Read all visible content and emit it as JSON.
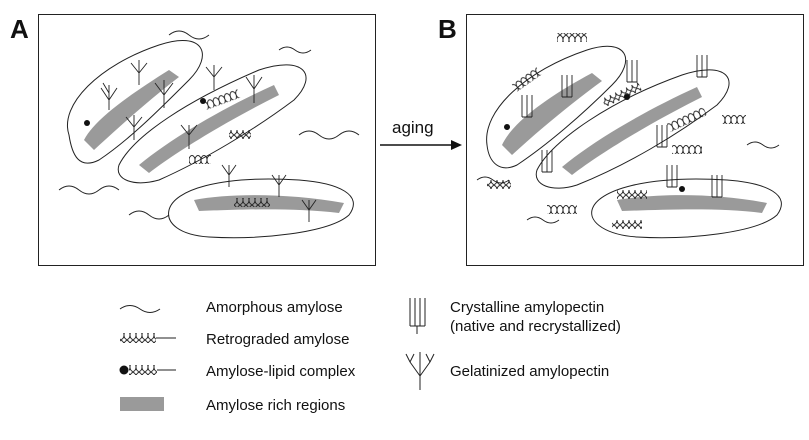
{
  "panels": {
    "a_label": "A",
    "b_label": "B"
  },
  "transition": {
    "label": "aging"
  },
  "legend": {
    "items": [
      {
        "icon": "amorphous-amylose-icon",
        "label": "Amorphous amylose"
      },
      {
        "icon": "retrograded-amylose-icon",
        "label": "Retrograded amylose"
      },
      {
        "icon": "amylose-lipid-complex-icon",
        "label": "Amylose-lipid complex"
      },
      {
        "icon": "amylose-rich-region-icon",
        "label": "Amylose rich regions"
      },
      {
        "icon": "crystalline-amylopectin-icon",
        "label": "Crystalline amylopectin",
        "label2": "(native and recrystallized)"
      },
      {
        "icon": "gelatinized-amylopectin-icon",
        "label": "Gelatinized amylopectin"
      }
    ]
  },
  "colors": {
    "line": "#222222",
    "region": "#9a9a9a"
  }
}
